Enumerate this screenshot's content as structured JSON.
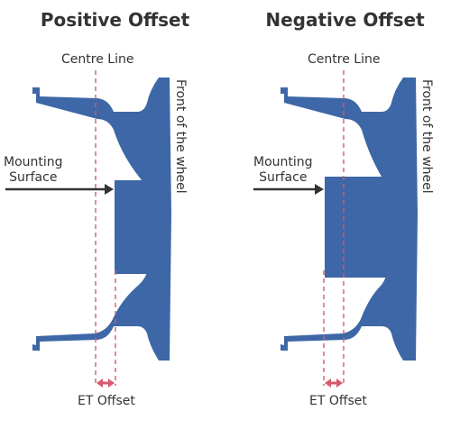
{
  "colors": {
    "wheel": "#3d67a6",
    "dashed": "#d45a6e",
    "arrow": "#333333",
    "offset_arrow": "#d45a6e",
    "text": "#333333"
  },
  "panels": [
    {
      "title": "Positive Offset",
      "centre_line_label": "Centre Line",
      "mounting_line1": "Mounting",
      "mounting_line2": "Surface",
      "front_label": "Front of the wheel",
      "et_label": "ET Offset"
    },
    {
      "title": "Negative Offset",
      "centre_line_label": "Centre Line",
      "mounting_line1": "Mounting",
      "mounting_line2": "Surface",
      "front_label": "Front of the wheel",
      "et_label": "ET Offset"
    }
  ]
}
